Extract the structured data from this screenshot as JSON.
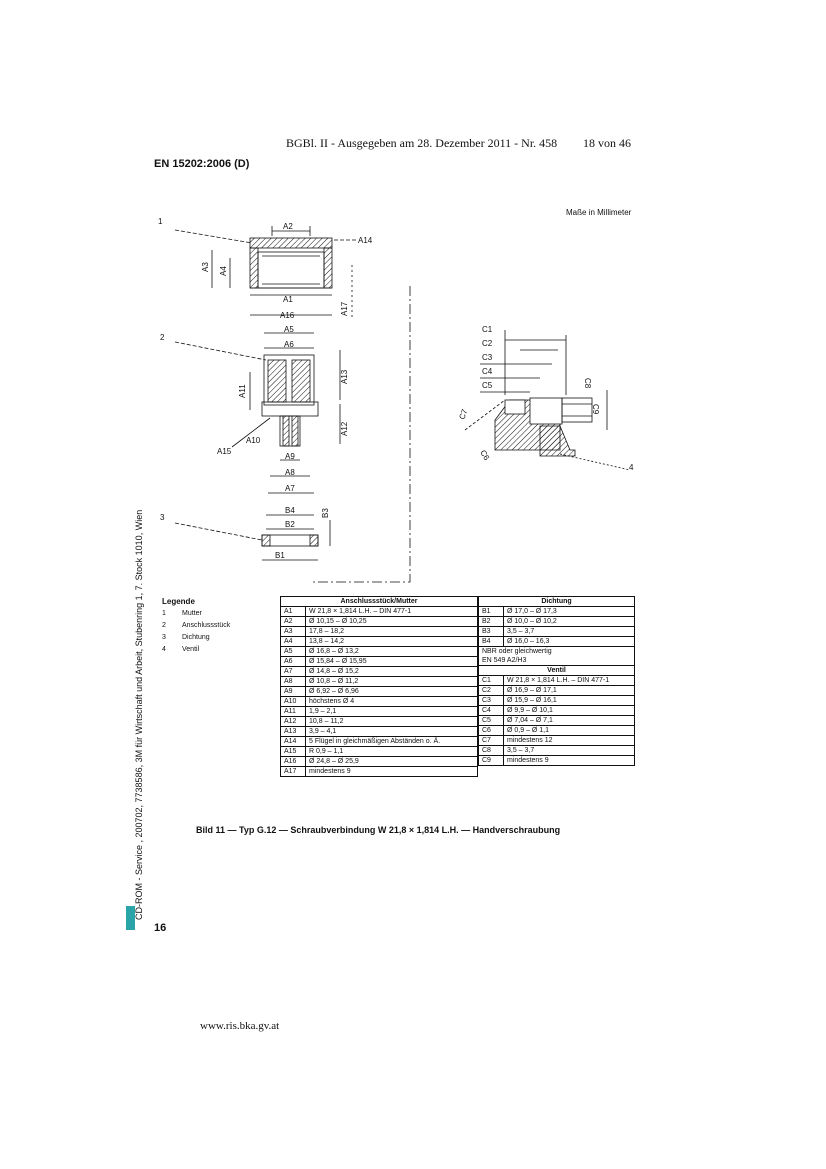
{
  "header": {
    "gazette": "BGBl. II - Ausgegeben am 28. Dezember 2011 - Nr. 458",
    "page_of": "18 von 46"
  },
  "standard_id": "EN 15202:2006 (D)",
  "units_note": "Maße in Millimeter",
  "drawing": {
    "callouts": [
      "1",
      "2",
      "3",
      "4"
    ],
    "labels_nut": [
      "A2",
      "A14",
      "A3",
      "A4",
      "A1",
      "A16",
      "A17"
    ],
    "labels_fitting": [
      "A5",
      "A6",
      "A13",
      "A11",
      "A12",
      "A10",
      "A15",
      "A9",
      "A8",
      "A7"
    ],
    "labels_seal": [
      "B4",
      "B2",
      "B3",
      "B1"
    ],
    "labels_valve": [
      "C1",
      "C2",
      "C3",
      "C4",
      "C5",
      "C8",
      "C9",
      "C7",
      "C6"
    ]
  },
  "legend": {
    "title": "Legende",
    "items": [
      {
        "num": "1",
        "label": "Mutter"
      },
      {
        "num": "2",
        "label": "Anschlussstück"
      },
      {
        "num": "3",
        "label": "Dichtung"
      },
      {
        "num": "4",
        "label": "Ventil"
      }
    ]
  },
  "table_left": {
    "header": "Anschlussstück/Mutter",
    "rows": [
      {
        "k": "A1",
        "v": "W 21,8 × 1,814 L.H. – DIN 477-1"
      },
      {
        "k": "A2",
        "v": "Ø 10,15 – Ø 10,25"
      },
      {
        "k": "A3",
        "v": "17,8 – 18,2"
      },
      {
        "k": "A4",
        "v": "13,8 – 14,2"
      },
      {
        "k": "A5",
        "v": "Ø 16,8 – Ø 13,2"
      },
      {
        "k": "A6",
        "v": "Ø 15,84 – Ø 15,95"
      },
      {
        "k": "A7",
        "v": "Ø 14,8 – Ø 15,2"
      },
      {
        "k": "A8",
        "v": "Ø 10,8 – Ø 11,2"
      },
      {
        "k": "A9",
        "v": "Ø 6,92 – Ø 6,96"
      },
      {
        "k": "A10",
        "v": "höchstens Ø 4"
      },
      {
        "k": "A11",
        "v": "1,9 – 2,1"
      },
      {
        "k": "A12",
        "v": "10,8 – 11,2"
      },
      {
        "k": "A13",
        "v": "3,9 – 4,1"
      },
      {
        "k": "A14",
        "v": "5 Flügel in gleichmäßigen Abständen o. Ä."
      },
      {
        "k": "A15",
        "v": "R 0,9 – 1,1"
      },
      {
        "k": "A16",
        "v": "Ø 24,8 – Ø 25,9"
      },
      {
        "k": "A17",
        "v": "mindestens 9"
      }
    ]
  },
  "table_right": {
    "header_seal": "Dichtung",
    "seal_rows": [
      {
        "k": "B1",
        "v": "Ø 17,0 – Ø 17,3"
      },
      {
        "k": "B2",
        "v": "Ø 10,0 – Ø 10,2"
      },
      {
        "k": "B3",
        "v": "3,5 – 3,7"
      },
      {
        "k": "B4",
        "v": "Ø 16,0 – 16,3"
      }
    ],
    "material_1": "NBR oder gleichwertig",
    "material_2": "EN 549 A2/H3",
    "header_valve": "Ventil",
    "valve_rows": [
      {
        "k": "C1",
        "v": "W 21,8 × 1,814 L.H. – DIN 477-1"
      },
      {
        "k": "C2",
        "v": "Ø 16,9 – Ø 17,1"
      },
      {
        "k": "C3",
        "v": "Ø 15,9 – Ø 16,1"
      },
      {
        "k": "C4",
        "v": "Ø 9,9 – Ø 10,1"
      },
      {
        "k": "C5",
        "v": "Ø 7,04 – Ø 7,1"
      },
      {
        "k": "C6",
        "v": "Ø 0,9 – Ø 1,1"
      },
      {
        "k": "C7",
        "v": "mindestens 12"
      },
      {
        "k": "C8",
        "v": "3,5 – 3,7"
      },
      {
        "k": "C9",
        "v": "mindestens 9"
      }
    ]
  },
  "caption": "Bild 11 — Typ G.12 — Schraubverbindung W 21,8 × 1,814 L.H. — Handverschraubung",
  "page_number": "16",
  "side_text": "CD-ROM - Service , 200702, 7738586, 3M für Wirtschaft und Arbeit, Stubenring 1, 7. Stock 1010, Wien",
  "footer_url": "www.ris.bka.gv.at"
}
